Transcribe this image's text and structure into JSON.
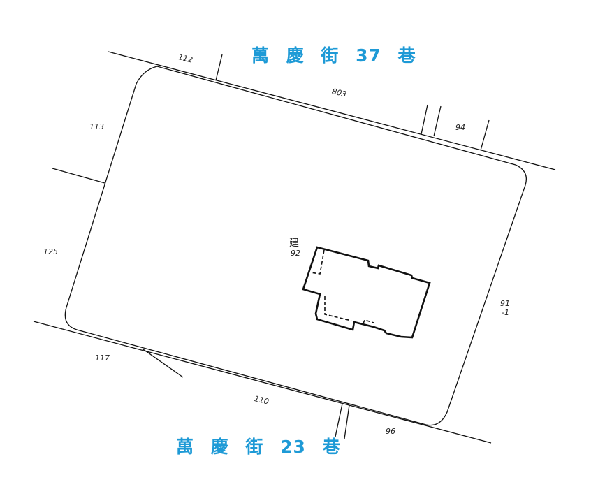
{
  "streets": {
    "top": "萬 慶 街 37 巷",
    "bottom": "萬 慶 街 23 巷",
    "color": "#1e9ad6"
  },
  "parcels": {
    "p112": "112",
    "p803": "803",
    "p94": "94",
    "p113": "113",
    "p125": "125",
    "p91_1a": "91",
    "p91_1b": "-1",
    "p117": "117",
    "p110": "110",
    "p96": "96"
  },
  "building": {
    "label": "建",
    "number": "92"
  }
}
